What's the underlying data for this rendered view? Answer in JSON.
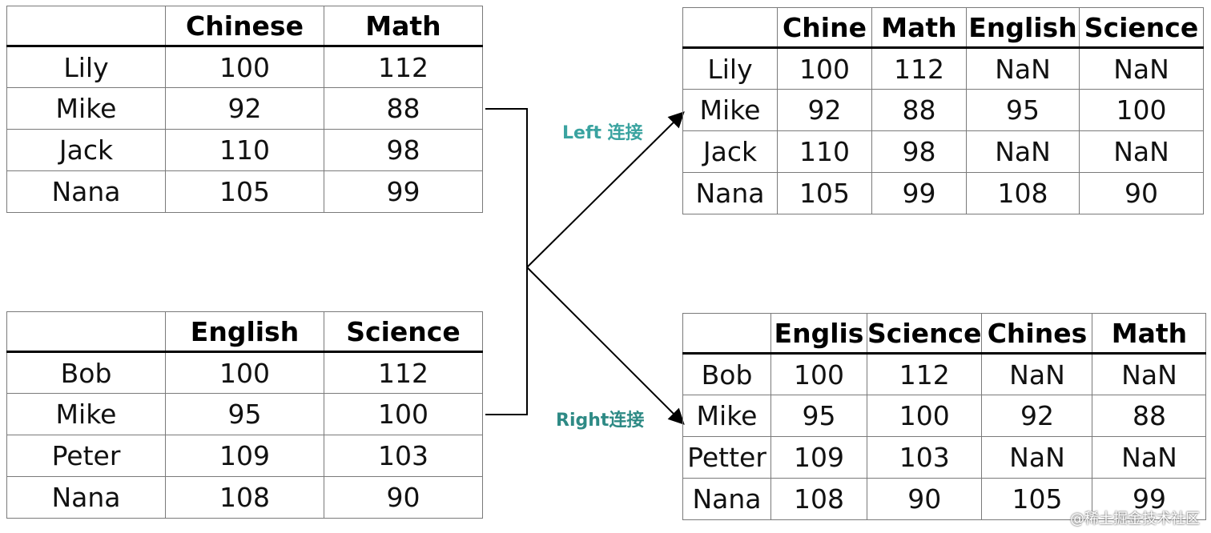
{
  "labels": {
    "left_join": "Left 连接",
    "right_join": "Right连接"
  },
  "watermark": "@稀土掘金技术社区",
  "colors": {
    "red": "#d2412f",
    "light_red": "#e4705d",
    "green": "#4ea63a",
    "teal": "#3aa3a0"
  },
  "table1": {
    "headers": [
      "",
      "Chinese",
      "Math"
    ],
    "rows": [
      {
        "name": "Lily",
        "cells": [
          "100",
          "112"
        ]
      },
      {
        "name": "Mike",
        "cells": [
          "92",
          "88"
        ]
      },
      {
        "name": "Jack",
        "cells": [
          "110",
          "98"
        ]
      },
      {
        "name": "Nana",
        "cells": [
          "105",
          "99"
        ]
      }
    ]
  },
  "table2": {
    "headers": [
      "",
      "English",
      "Science"
    ],
    "rows": [
      {
        "name": "Bob",
        "cells": [
          "100",
          "112"
        ]
      },
      {
        "name": "Mike",
        "cells": [
          "95",
          "100"
        ]
      },
      {
        "name": "Peter",
        "cells": [
          "109",
          "103"
        ]
      },
      {
        "name": "Nana",
        "cells": [
          "108",
          "90"
        ]
      }
    ]
  },
  "left_result": {
    "headers": [
      "",
      "Chine",
      "Math",
      "English",
      "Science"
    ],
    "rows": [
      {
        "name": "Lily",
        "cells": [
          "100",
          "112",
          "NaN",
          "NaN"
        ]
      },
      {
        "name": "Mike",
        "cells": [
          "92",
          "88",
          "95",
          "100"
        ]
      },
      {
        "name": "Jack",
        "cells": [
          "110",
          "98",
          "NaN",
          "NaN"
        ]
      },
      {
        "name": "Nana",
        "cells": [
          "105",
          "99",
          "108",
          "90"
        ]
      }
    ]
  },
  "right_result": {
    "headers": [
      "",
      "Englis",
      "Science",
      "Chines",
      "Math"
    ],
    "rows": [
      {
        "name": "Bob",
        "cells": [
          "100",
          "112",
          "NaN",
          "NaN"
        ]
      },
      {
        "name": "Mike",
        "cells": [
          "95",
          "100",
          "92",
          "88"
        ]
      },
      {
        "name": "Petter",
        "cells": [
          "109",
          "103",
          "NaN",
          "NaN"
        ]
      },
      {
        "name": "Nana",
        "cells": [
          "108",
          "90",
          "105",
          "99"
        ]
      }
    ]
  }
}
